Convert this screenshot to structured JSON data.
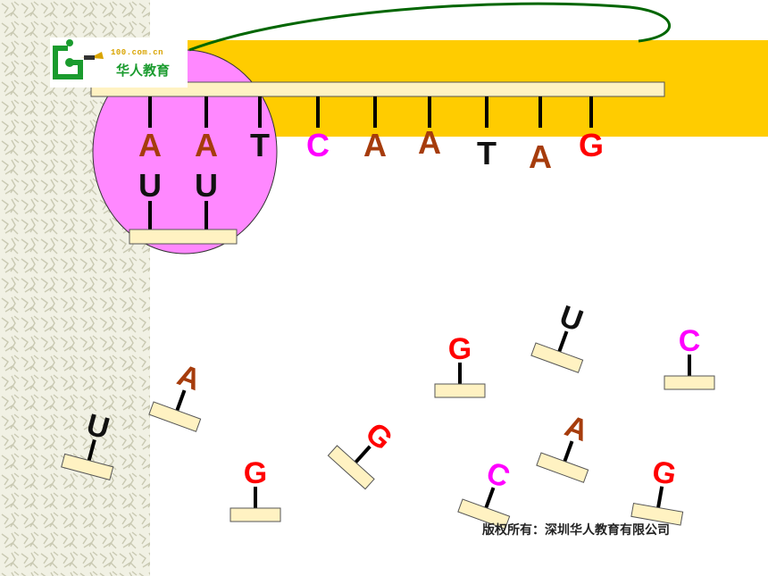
{
  "logo": {
    "domain": "100.com.cn",
    "name": "华人教育"
  },
  "footer": {
    "copyright": "版权所有：深圳华人教育有限公司"
  },
  "colors": {
    "A": "#a63c0c",
    "T": "#111111",
    "U": "#111111",
    "C": "#ff00ff",
    "G": "#ff0000",
    "band": "#ffcc00",
    "ribosome": "#ff88ff",
    "block": "#fff2c2",
    "tether": "#006600"
  },
  "template_bases": [
    "A",
    "A",
    "T",
    "C",
    "A",
    "A",
    "T",
    "A",
    "G"
  ],
  "paired_bases": [
    "U",
    "U"
  ],
  "free_nucleotides": [
    "A",
    "U",
    "G",
    "G",
    "G",
    "U",
    "C",
    "C",
    "A",
    "G"
  ]
}
